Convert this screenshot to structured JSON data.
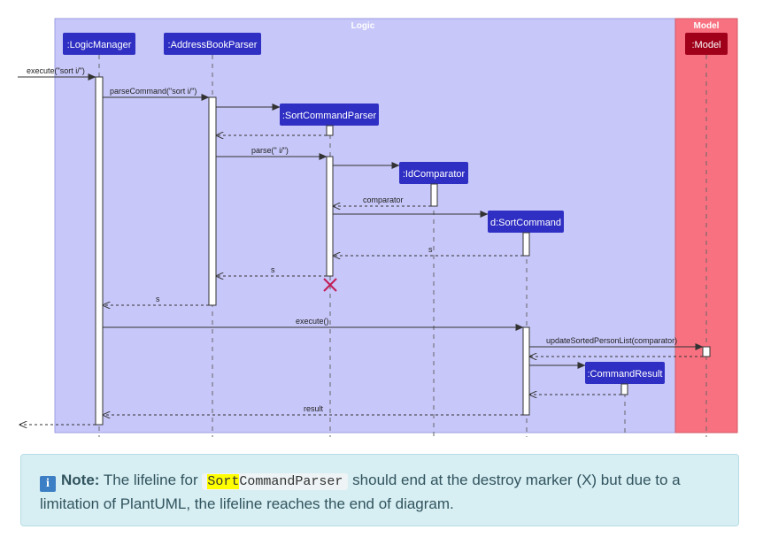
{
  "colors": {
    "logic_frame": "#c7c7f9",
    "model_frame": "#f87180",
    "participant": "#2f2fc4",
    "model_participant": "#a0001a",
    "destroy": "#c21e56"
  },
  "frames": {
    "logic": "Logic",
    "model": "Model"
  },
  "participants": [
    {
      "id": "logic-manager",
      "label": ":LogicManager"
    },
    {
      "id": "address-book-parser",
      "label": ":AddressBookParser"
    },
    {
      "id": "sort-command-parser",
      "label": ":SortCommandParser"
    },
    {
      "id": "id-comparator",
      "label": ":IdComparator"
    },
    {
      "id": "sort-command",
      "label": "d:SortCommand"
    },
    {
      "id": "command-result",
      "label": ":CommandResult"
    },
    {
      "id": "model",
      "label": ":Model"
    }
  ],
  "messages": [
    {
      "id": "execute-call",
      "text": "execute(\"sort i/\")"
    },
    {
      "id": "parse-command-call",
      "text": "parseCommand(\"sort i/\")"
    },
    {
      "id": "create-parser",
      "text": ""
    },
    {
      "id": "parser-return",
      "text": ""
    },
    {
      "id": "parse-call",
      "text": "parse(\" i/\")"
    },
    {
      "id": "create-comparator",
      "text": ""
    },
    {
      "id": "comparator-return",
      "text": "comparator"
    },
    {
      "id": "create-sort-command",
      "text": ""
    },
    {
      "id": "sort-command-return",
      "text": "s"
    },
    {
      "id": "parse-return",
      "text": "s"
    },
    {
      "id": "parse-command-return",
      "text": "s"
    },
    {
      "id": "execute-sort",
      "text": "execute()"
    },
    {
      "id": "update-sorted",
      "text": "updateSortedPersonList(comparator)"
    },
    {
      "id": "update-return",
      "text": ""
    },
    {
      "id": "create-result",
      "text": ""
    },
    {
      "id": "result-created",
      "text": ""
    },
    {
      "id": "result-return",
      "text": "result"
    },
    {
      "id": "final-return",
      "text": ""
    }
  ],
  "note": {
    "icon": "info-icon",
    "label": "Note:",
    "text_before": "The lifeline for",
    "code_highlight": "Sort",
    "code_rest": "CommandParser",
    "text_after": "should end at the destroy marker (X) but due to a",
    "line2": "limitation of PlantUML, the lifeline reaches the end of diagram."
  }
}
